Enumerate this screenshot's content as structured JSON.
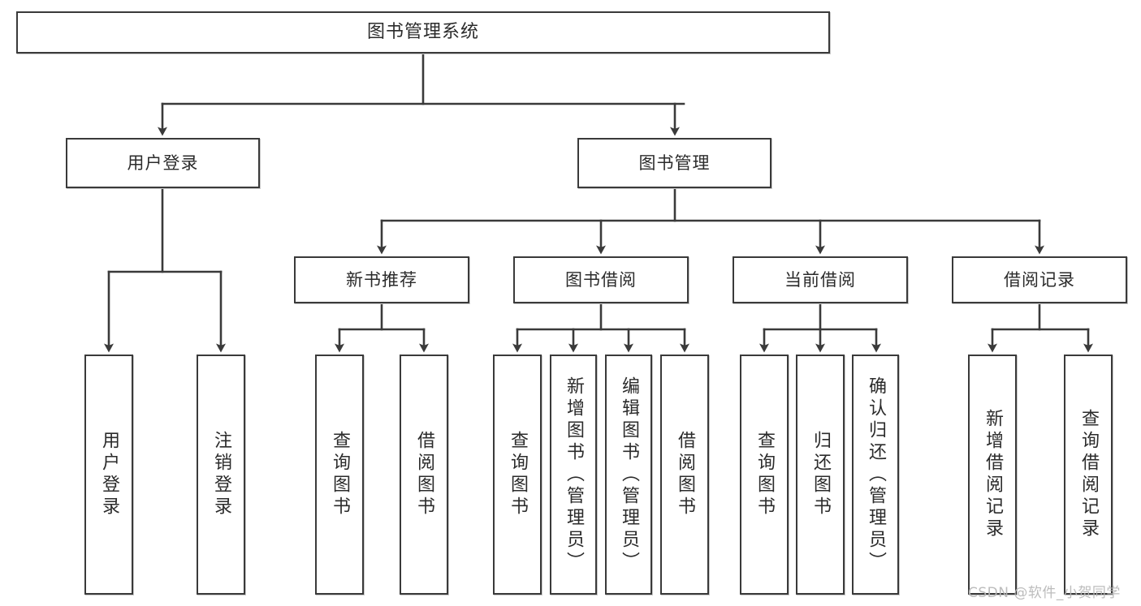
{
  "diagram": {
    "type": "tree",
    "title": "图书管理系统",
    "orientation": "top-down",
    "nodes": {
      "root": {
        "label": "图书管理系统",
        "level": 1
      },
      "login": {
        "label": "用户登录",
        "level": 2
      },
      "bookmgmt": {
        "label": "图书管理",
        "level": 2
      },
      "newbook": {
        "label": "新书推荐",
        "level": 3
      },
      "borrow": {
        "label": "图书借阅",
        "level": 3
      },
      "current": {
        "label": "当前借阅",
        "level": 3
      },
      "record": {
        "label": "借阅记录",
        "level": 3
      },
      "leaf1": {
        "label": "用户登录",
        "level": 4
      },
      "leaf2": {
        "label": "注销登录",
        "level": 4
      },
      "leaf3": {
        "label": "查询图书",
        "level": 4
      },
      "leaf4": {
        "label": "借阅图书",
        "level": 4
      },
      "leaf5": {
        "label": "查询图书",
        "level": 4
      },
      "leaf6": {
        "label": "新增图书（管理员）",
        "level": 4
      },
      "leaf7": {
        "label": "编辑图书（管理员）",
        "level": 4
      },
      "leaf8": {
        "label": "借阅图书",
        "level": 4
      },
      "leaf9": {
        "label": "查询图书",
        "level": 4
      },
      "leaf10": {
        "label": "归还图书",
        "level": 4
      },
      "leaf11": {
        "label": "确认归还（管理员）",
        "level": 4
      },
      "leaf12": {
        "label": "新增借阅记录",
        "level": 4
      },
      "leaf13": {
        "label": "查询借阅记录",
        "level": 4
      }
    },
    "edges": [
      {
        "from": "root",
        "to": "login"
      },
      {
        "from": "root",
        "to": "bookmgmt"
      },
      {
        "from": "bookmgmt",
        "to": "newbook"
      },
      {
        "from": "bookmgmt",
        "to": "borrow"
      },
      {
        "from": "bookmgmt",
        "to": "current"
      },
      {
        "from": "bookmgmt",
        "to": "record"
      },
      {
        "from": "login",
        "to": "leaf1"
      },
      {
        "from": "login",
        "to": "leaf2"
      },
      {
        "from": "newbook",
        "to": "leaf3"
      },
      {
        "from": "newbook",
        "to": "leaf4"
      },
      {
        "from": "borrow",
        "to": "leaf5"
      },
      {
        "from": "borrow",
        "to": "leaf6"
      },
      {
        "from": "borrow",
        "to": "leaf7"
      },
      {
        "from": "borrow",
        "to": "leaf8"
      },
      {
        "from": "current",
        "to": "leaf9"
      },
      {
        "from": "current",
        "to": "leaf10"
      },
      {
        "from": "current",
        "to": "leaf11"
      },
      {
        "from": "record",
        "to": "leaf12"
      },
      {
        "from": "record",
        "to": "leaf13"
      }
    ],
    "colors": {
      "node_border": "#3a3a3a",
      "node_fill": "#ffffff",
      "edge": "#3a3a3a",
      "text": "#2b2b2b",
      "watermark": "#b9b9b9",
      "background": "#ffffff"
    }
  },
  "watermark": {
    "text": "CSDN @软件_小贺同学"
  }
}
